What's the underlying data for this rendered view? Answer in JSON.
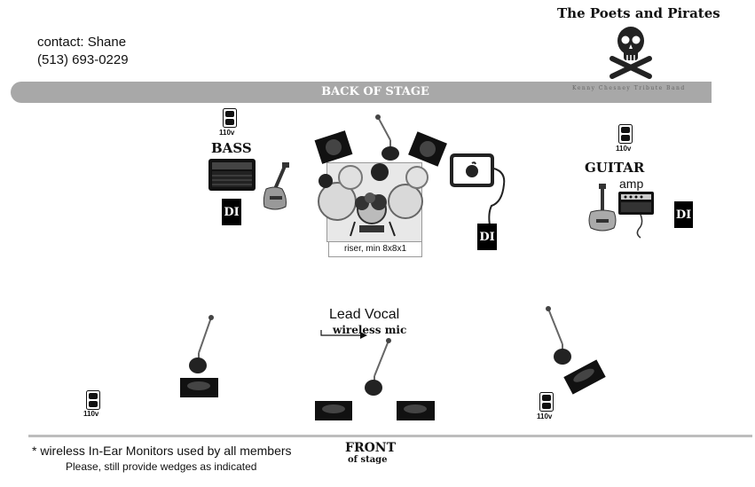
{
  "contact": {
    "name_line": "contact: Shane",
    "phone": "(513) 693-0229"
  },
  "band": {
    "title": "The Poets and Pirates",
    "subtitle": "Kenny Chesney Tribute Band"
  },
  "stage": {
    "back_label": "BACK OF STAGE",
    "front_label": "FRONT",
    "front_sub": "of stage"
  },
  "power_label": "110v",
  "labels": {
    "bass": "BASS",
    "guitar": "GUITAR",
    "amp": "amp",
    "di": "DI",
    "riser": "riser, min 8x8x1",
    "lead_vocal": "Lead Vocal",
    "wireless_mic": "wireless mic"
  },
  "footnotes": {
    "line1": "* wireless In-Ear Monitors used by all members",
    "line2": "Please, still provide wedges as indicated"
  },
  "icons": [
    "skull-crossbones-icon",
    "power-outlet-icon",
    "bass-amp-icon",
    "bass-guitar-icon",
    "drum-kit-icon",
    "monitor-wedge-icon",
    "microphone-stand-icon",
    "tablet-icon",
    "electric-guitar-icon",
    "guitar-amp-icon",
    "arrow-right-icon"
  ]
}
